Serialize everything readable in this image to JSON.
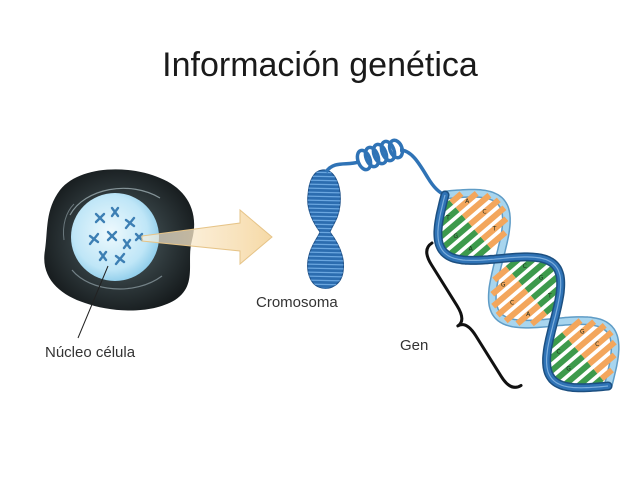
{
  "slide": {
    "title": "Información genética"
  },
  "labels": {
    "nucleus": "Núcleo célula",
    "chromosome": "Cromosoma",
    "gene": "Gen"
  },
  "dna": {
    "base_pairs": [
      {
        "a": "T",
        "b": "A"
      },
      {
        "a": "G",
        "b": "C"
      },
      {
        "a": "A",
        "b": "T"
      },
      {
        "a": "C",
        "b": "G"
      },
      {
        "a": "G",
        "b": "C"
      },
      {
        "a": "T",
        "b": "A"
      },
      {
        "a": "C",
        "b": "G"
      },
      {
        "a": "G",
        "b": "C"
      }
    ]
  },
  "colors": {
    "strand_dark": "#2f73b6",
    "strand_light": "#a8d5ee",
    "base_green": "#3d9a4c",
    "base_orange": "#f3a65c",
    "chromosome": "#2c6db0",
    "arrow": "#f8e0b4",
    "cell": "#2b3437",
    "nucleus": "#c6e9f8",
    "brace": "#111111"
  }
}
